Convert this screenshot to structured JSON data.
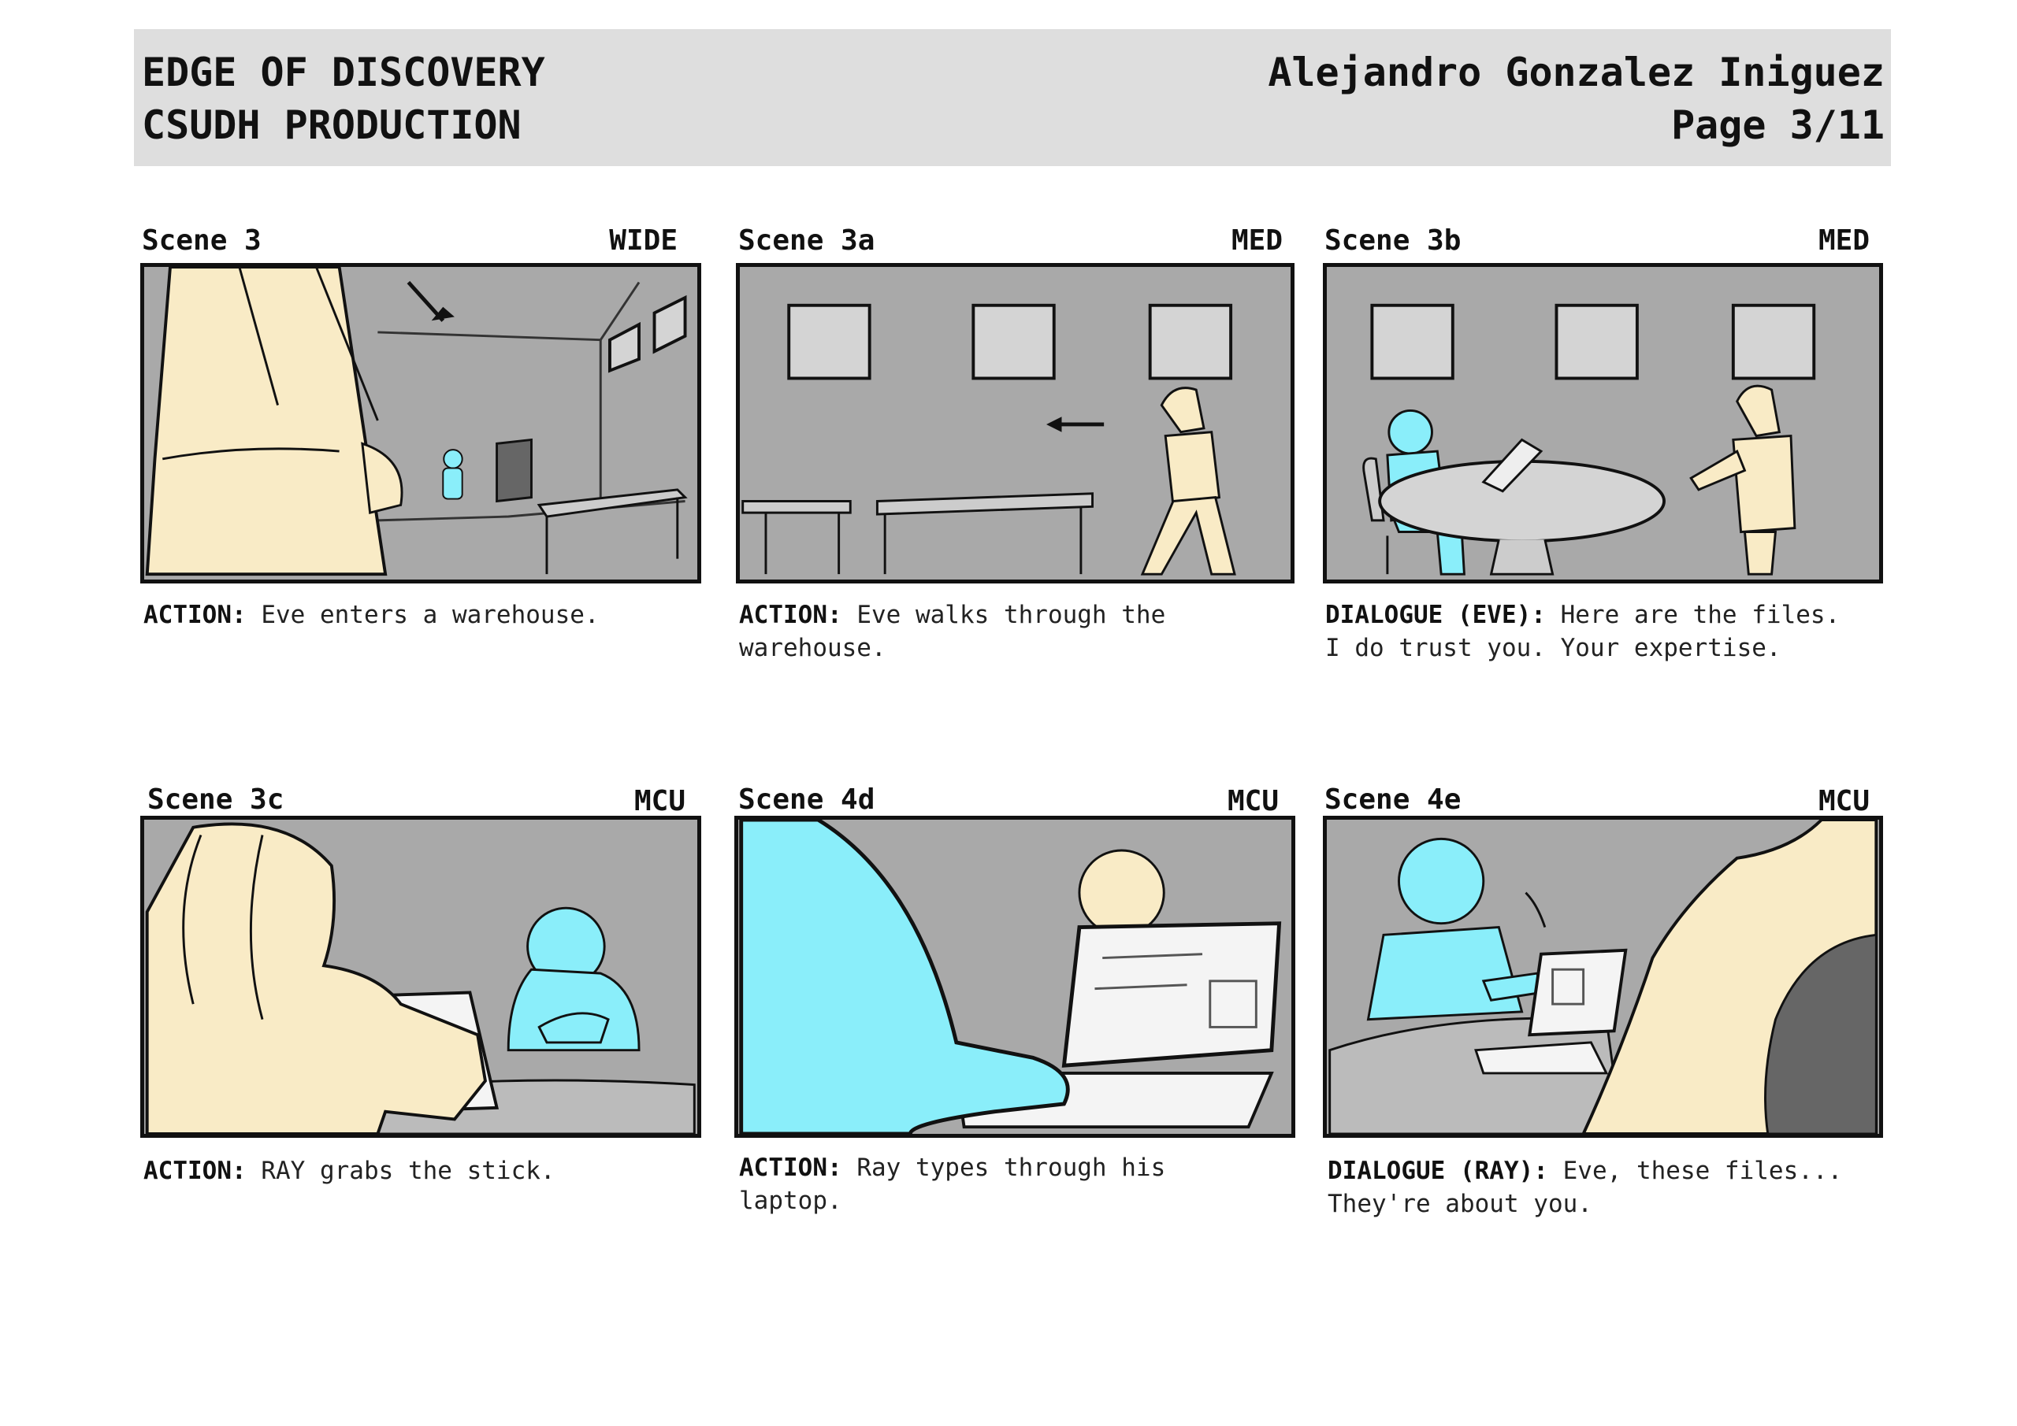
{
  "header": {
    "title": "EDGE OF DISCOVERY",
    "subtitle": "CSUDH PRODUCTION",
    "author": "Alejandro Gonzalez Iniguez",
    "page": "Page 3/11"
  },
  "panels": [
    {
      "scene": "Scene 3",
      "shot": "WIDE",
      "label": "ACTION:",
      "text": " Eve enters a warehouse."
    },
    {
      "scene": "Scene 3a",
      "shot": "MED",
      "label": "ACTION:",
      "text": " Eve walks through the\nwarehouse."
    },
    {
      "scene": "Scene 3b",
      "shot": "MED",
      "label": "DIALOGUE (EVE):",
      "text": " Here are the files.\nI do trust you. Your expertise."
    },
    {
      "scene": "Scene 3c",
      "shot": "MCU",
      "label": "ACTION:",
      "text": " RAY grabs the stick."
    },
    {
      "scene": "Scene 4d",
      "shot": "MCU",
      "label": "ACTION:",
      "text": " Ray types through his\nlaptop."
    },
    {
      "scene": "Scene 4e",
      "shot": "MCU",
      "label": "DIALOGUE (RAY):",
      "text": " Eve, these files...\nThey're about you."
    }
  ],
  "colors": {
    "eve_skin": "#f9ebc6",
    "ray_cyan": "#8aeefa",
    "wall_gray": "#a9a9a9",
    "frame": "#d4d4d4",
    "header_bg": "#dedede"
  }
}
